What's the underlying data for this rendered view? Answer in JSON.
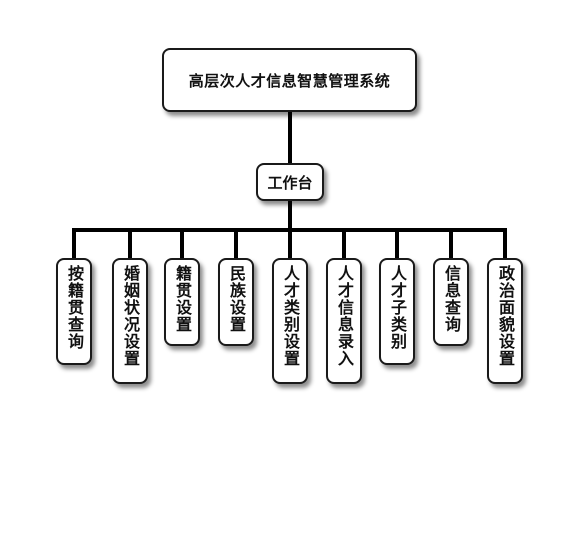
{
  "diagram": {
    "root": {
      "label": "高层次人才信息智慧管理系统"
    },
    "hub": {
      "label": "工作台"
    },
    "leaves": [
      {
        "label": "按籍贯查询"
      },
      {
        "label": "婚姻状况设置"
      },
      {
        "label": "籍贯设置"
      },
      {
        "label": "民族设置"
      },
      {
        "label": "人才类别设置"
      },
      {
        "label": "人才信息录入"
      },
      {
        "label": "人才子类别"
      },
      {
        "label": "信息查询"
      },
      {
        "label": "政治面貌设置"
      }
    ]
  }
}
